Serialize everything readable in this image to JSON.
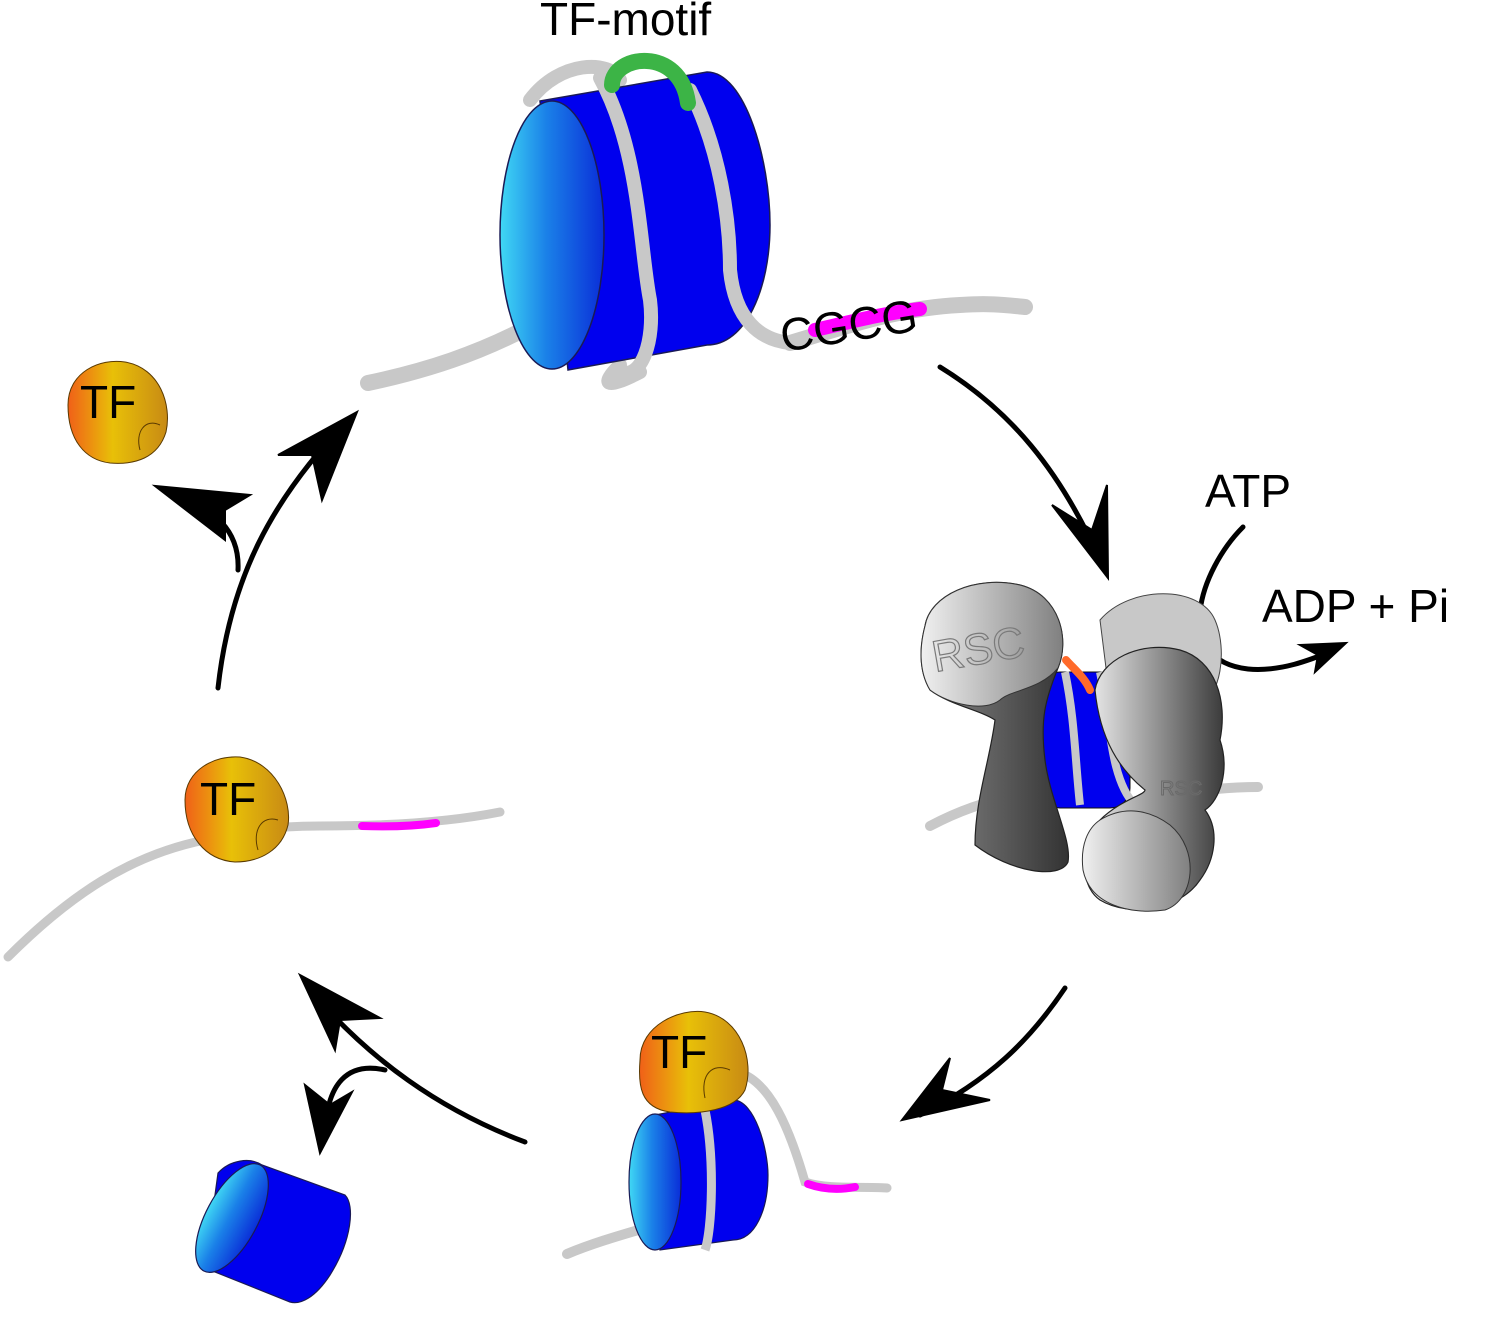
{
  "labels": {
    "tf_motif": "TF-motif",
    "cgcg": "CGCG",
    "atp": "ATP",
    "adp_pi": "ADP + Pi",
    "rsc_main": "RSC",
    "rsc_secondary": "RSC",
    "tf": "TF"
  },
  "colors": {
    "dna": "#c8c8c8",
    "histone_blue": "#0000ee",
    "histone_face_light": "#35c8f0",
    "tf_motif_green": "#3cb446",
    "cgcg_magenta": "#ff00ff",
    "tf_orange": "#f07818",
    "tf_yellow": "#e8c010",
    "rsc_dark": "#3c3c3c",
    "rsc_light": "#e6e6e6",
    "linker_orange": "#ff6a2a",
    "arrow": "#000000"
  },
  "stages": [
    {
      "name": "nucleosome with TF-motif",
      "elements": [
        "nucleosome",
        "tf-motif",
        "CGCG"
      ]
    },
    {
      "name": "RSC remodeling",
      "elements": [
        "RSC",
        "nucleosome",
        "ATP",
        "ADP + Pi"
      ]
    },
    {
      "name": "TF binding to partially unwrapped nucleosome",
      "elements": [
        "TF",
        "nucleosome"
      ]
    },
    {
      "name": "nucleosome eviction",
      "elements": [
        "histone octamer"
      ]
    },
    {
      "name": "TF-bound nucleosome-free DNA",
      "elements": [
        "TF"
      ]
    },
    {
      "name": "TF release",
      "elements": [
        "TF"
      ]
    }
  ]
}
